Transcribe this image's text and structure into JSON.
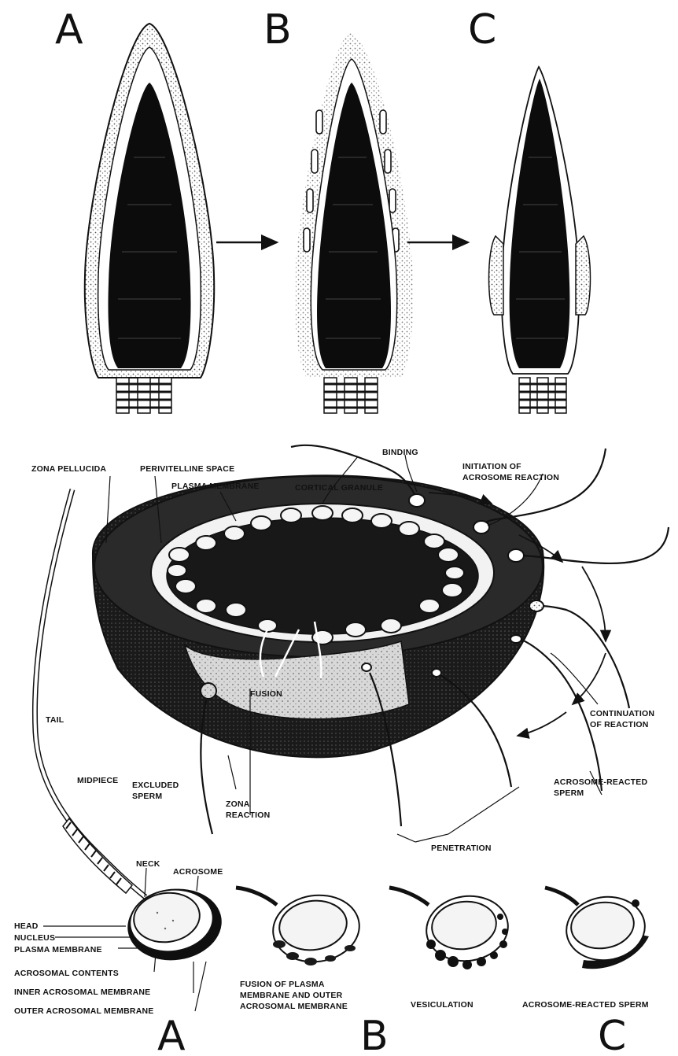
{
  "top_panel": {
    "letters": [
      "A",
      "B",
      "C"
    ]
  },
  "egg_diagram": {
    "labels": {
      "zona_pellucida": "ZONA PELLUCIDA",
      "perivitelline_space": "PERIVITELLINE SPACE",
      "plasma_membrane": "PLASMA MEMBRANE",
      "cortical_granule": "CORTICAL GRANULE",
      "binding": "BINDING",
      "initiation_1": "INITIATION OF",
      "initiation_2": "ACROSOME REACTION",
      "tail": "TAIL",
      "midpiece": "MIDPIECE",
      "excluded_1": "EXCLUDED",
      "excluded_2": "SPERM",
      "zona_reaction_1": "ZONA",
      "zona_reaction_2": "REACTION",
      "fusion_inside": "FUSION",
      "continuation_1": "CONTINUATION",
      "continuation_2": "OF REACTION",
      "acrosome_reacted_1": "ACROSOME-REACTED",
      "acrosome_reacted_2": "SPERM",
      "penetration": "PENETRATION"
    }
  },
  "sperm_head_panel": {
    "labels": {
      "neck": "NECK",
      "acrosome": "ACROSOME",
      "head": "HEAD",
      "nucleus": "NUCLEUS",
      "plasma_membrane": "PLASMA MEMBRANE",
      "acrosomal_contents": "ACROSOMAL CONTENTS",
      "inner_acrosomal_membrane": "INNER ACROSOMAL MEMBRANE",
      "outer_acrosomal_membrane": "OUTER ACROSOMAL MEMBRANE"
    },
    "captions": {
      "fusion_1": "FUSION OF PLASMA",
      "fusion_2": "MEMBRANE AND OUTER",
      "fusion_3": "ACROSOMAL MEMBRANE",
      "vesiculation": "VESICULATION",
      "reacted": "ACROSOME-REACTED SPERM"
    },
    "letters": [
      "A",
      "B",
      "C"
    ]
  }
}
